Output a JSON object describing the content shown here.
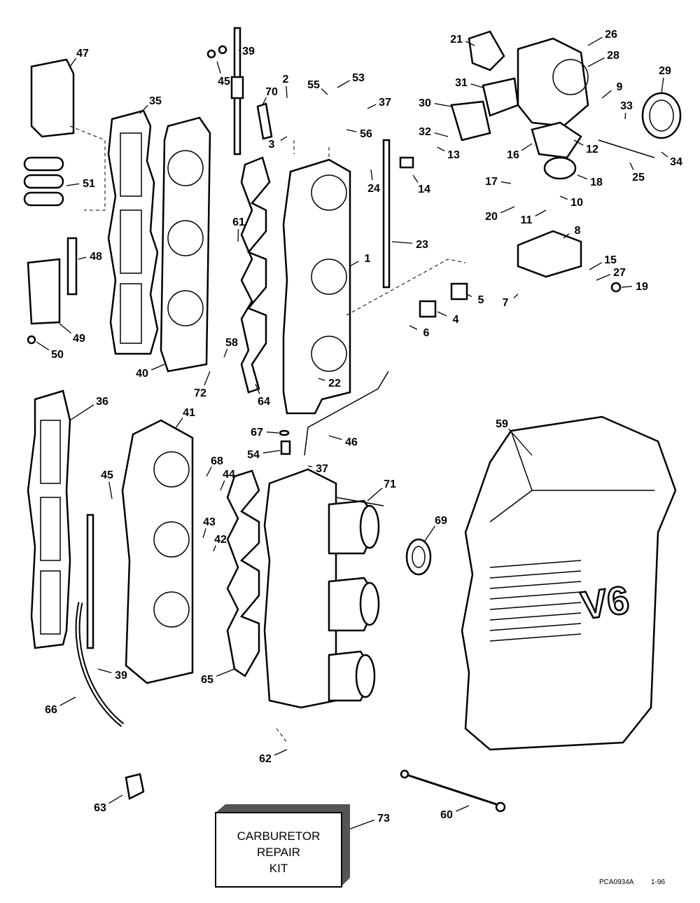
{
  "callouts": [
    "47",
    "35",
    "45",
    "39",
    "70",
    "2",
    "55",
    "53",
    "37",
    "3",
    "56",
    "21",
    "26",
    "28",
    "29",
    "31",
    "30",
    "9",
    "33",
    "32",
    "13",
    "16",
    "12",
    "34",
    "25",
    "24",
    "14",
    "17",
    "18",
    "10",
    "20",
    "11",
    "8",
    "61",
    "51",
    "48",
    "1",
    "23",
    "15",
    "27",
    "19",
    "5",
    "7",
    "4",
    "6",
    "49",
    "50",
    "58",
    "40",
    "72",
    "64",
    "22",
    "36",
    "41",
    "59",
    "67",
    "46",
    "54",
    "37",
    "68",
    "44",
    "71",
    "45",
    "69",
    "43",
    "42",
    "39",
    "65",
    "66",
    "62",
    "63",
    "73",
    "60"
  ],
  "kit_box": {
    "line1": "CARBURETOR",
    "line2": "REPAIR",
    "line3": "KIT"
  },
  "footer": {
    "code": "PCA0934A",
    "date": "1-96"
  },
  "colors": {
    "ink": "#000000",
    "paper": "#ffffff",
    "box_shade": "#555555"
  }
}
